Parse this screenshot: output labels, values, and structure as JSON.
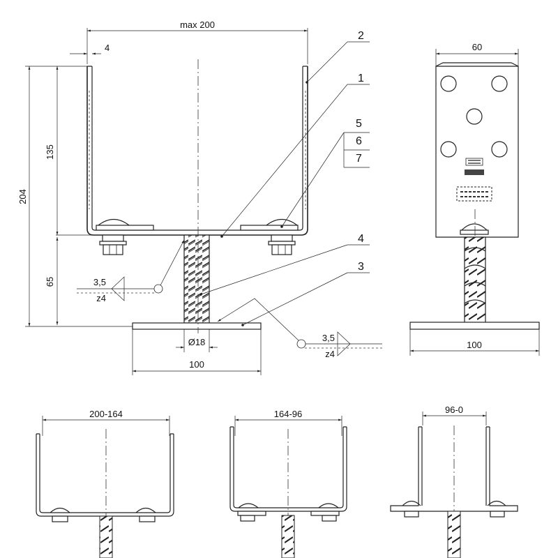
{
  "front_view": {
    "dim_width": "max 200",
    "dim_wall": "4",
    "dim_total_height": "204",
    "dim_upper_height": "135",
    "dim_lower_height": "65",
    "dim_rod_diameter": "Ø18",
    "dim_base_width": "100"
  },
  "weld_symbols": [
    {
      "size": "3,5",
      "type": "z4"
    },
    {
      "size": "3,5",
      "type": "z4"
    }
  ],
  "part_labels": [
    "2",
    "1",
    "5",
    "6",
    "7",
    "4",
    "3"
  ],
  "side_view": {
    "dim_top_width": "60",
    "dim_base_width": "100"
  },
  "variants": [
    {
      "range": "200-164"
    },
    {
      "range": "164-96"
    },
    {
      "range": "96-0"
    }
  ]
}
